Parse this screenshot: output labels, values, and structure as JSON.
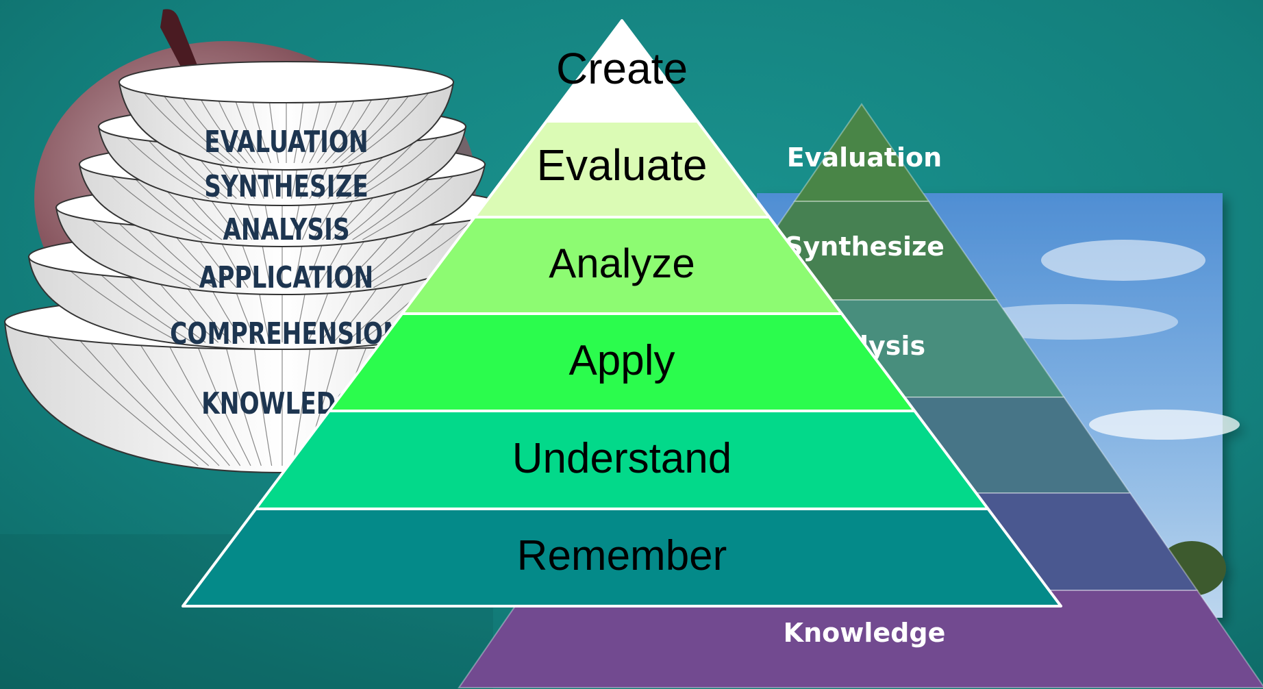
{
  "colors": {
    "background": "#137f7c",
    "front_pyramid": [
      "#ffffff",
      "#dbfbb5",
      "#8dfb72",
      "#2bfc4d",
      "#03d98a",
      "#048a89"
    ],
    "back_pyramid": [
      "#3e7e3c",
      "#3b7a48",
      "#3d8775",
      "#3c6d80",
      "#3f4e8a",
      "#6a3f8a"
    ]
  },
  "bowls": {
    "labels": [
      "EVALUATION",
      "SYNTHESIZE",
      "ANALYSIS",
      "APPLICATION",
      "COMPREHENSION",
      "KNOWLEDGE"
    ]
  },
  "back_pyramid": {
    "labels": [
      "Evaluation",
      "Synthesize",
      "Analysis",
      "",
      "",
      "Knowledge"
    ]
  },
  "front_pyramid": {
    "labels": [
      "Create",
      "Evaluate",
      "Analyze",
      "Apply",
      "Understand",
      "Remember"
    ]
  }
}
